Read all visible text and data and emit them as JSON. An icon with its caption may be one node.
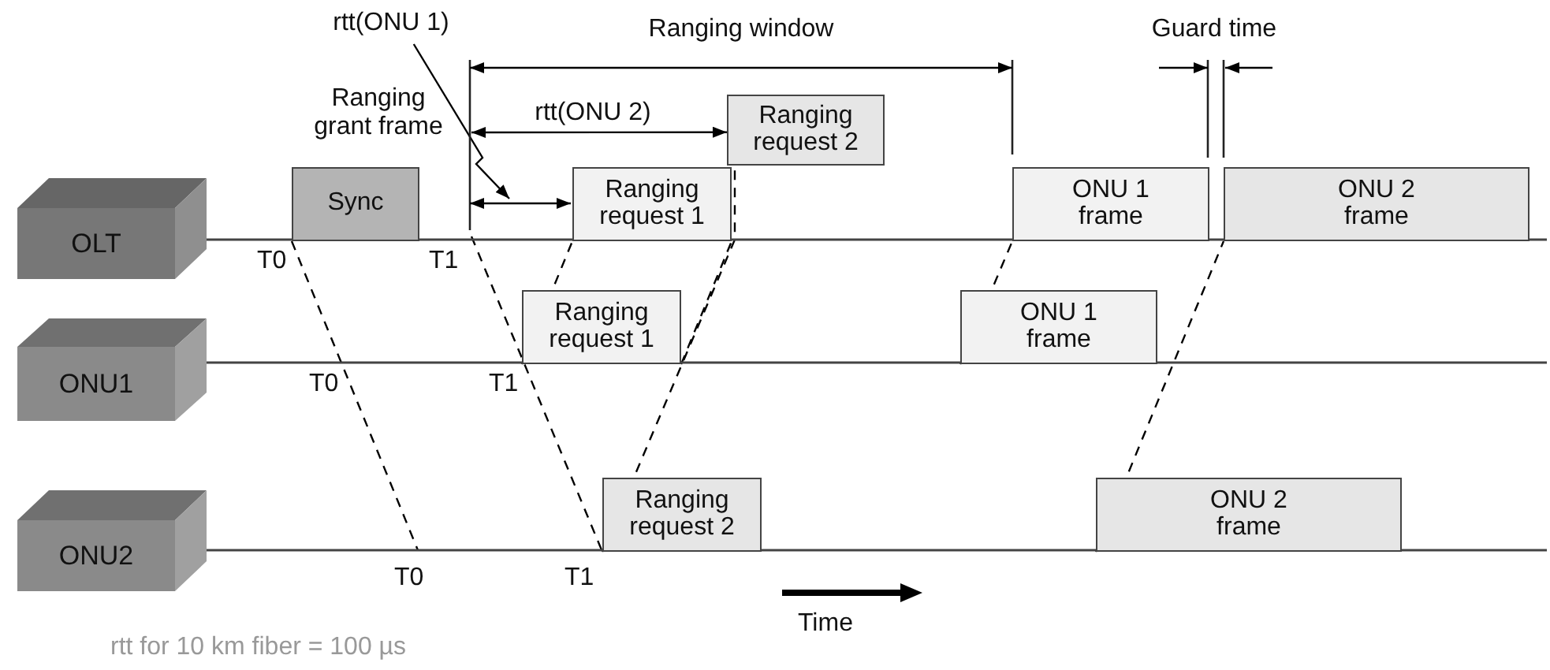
{
  "diagram": {
    "nodes": [
      {
        "text": [
          "OLT"
        ]
      },
      {
        "text": [
          "ONU1"
        ]
      },
      {
        "text": [
          "ONU2"
        ]
      },
      {
        "text": [
          "Sync"
        ]
      },
      {
        "text": [
          "Ranging request 1"
        ]
      },
      {
        "text": [
          "Ranging request 2"
        ]
      },
      {
        "text": [
          "ONU 1 frame"
        ]
      },
      {
        "text": [
          "ONU 2 frame"
        ]
      },
      {
        "text": [
          "Ranging request 1"
        ]
      },
      {
        "text": [
          "ONU 1 frame"
        ]
      },
      {
        "text": [
          "Ranging request 2"
        ]
      },
      {
        "text": [
          "ONU 2 frame"
        ]
      },
      {
        "text": [
          "rtt(ONU 1)"
        ]
      }
    ],
    "edges": [
      {
        "from": 8,
        "to": 4,
        "arrow": "none",
        "style": "dashed"
      },
      {
        "from": 8,
        "to": 4,
        "arrow": "none",
        "style": "dashed"
      },
      {
        "from": 10,
        "to": 5,
        "arrow": "none",
        "style": "dashed"
      },
      {
        "from": 9,
        "to": 6,
        "arrow": "none",
        "style": "dashed"
      },
      {
        "from": 11,
        "to": 7,
        "arrow": "none",
        "style": "dashed"
      },
      {
        "from": 3,
        "to": null,
        "arrow": "none",
        "style": "dashed"
      },
      {
        "from": null,
        "to": 10,
        "arrow": "none",
        "style": "dashed"
      },
      {
        "from": 12,
        "to": null,
        "arrow": "to"
      },
      {
        "from": null,
        "to": 5,
        "arrow": "both",
        "label": "rtt(ONU 2)"
      }
    ],
    "labels": [
      "Ranging window",
      "Guard time",
      "Ranging grant frame",
      "T0",
      "T1",
      "T0",
      "T1",
      "T0",
      "T1",
      "Time",
      "rtt for 10 km fiber = 100 µs"
    ]
  }
}
